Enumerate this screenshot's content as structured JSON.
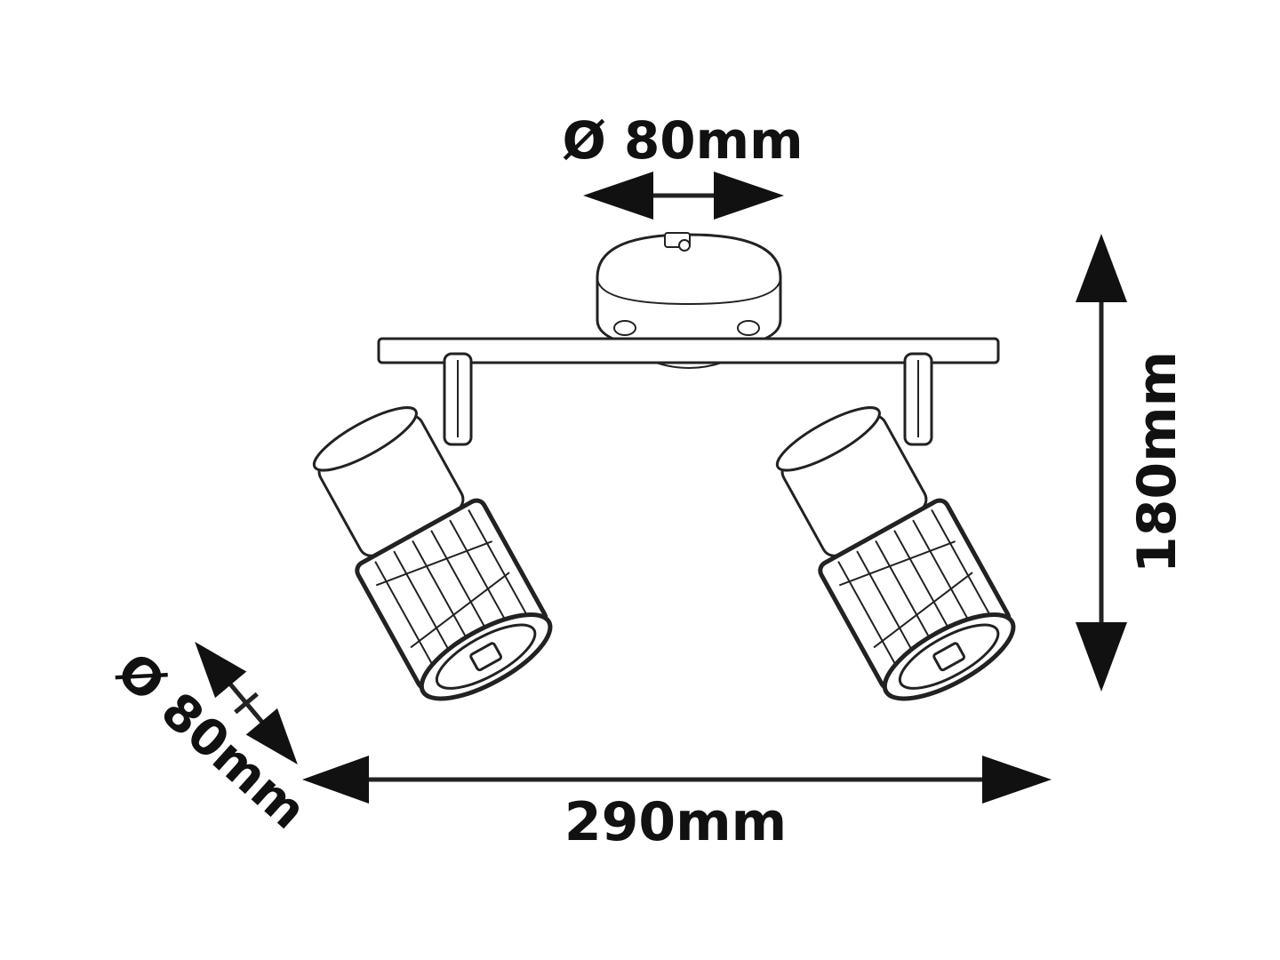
{
  "dimensions": {
    "canopy_diameter": "Ø 80mm",
    "total_height": "180mm",
    "total_width": "290mm",
    "spot_diameter": "Ø 80mm"
  }
}
